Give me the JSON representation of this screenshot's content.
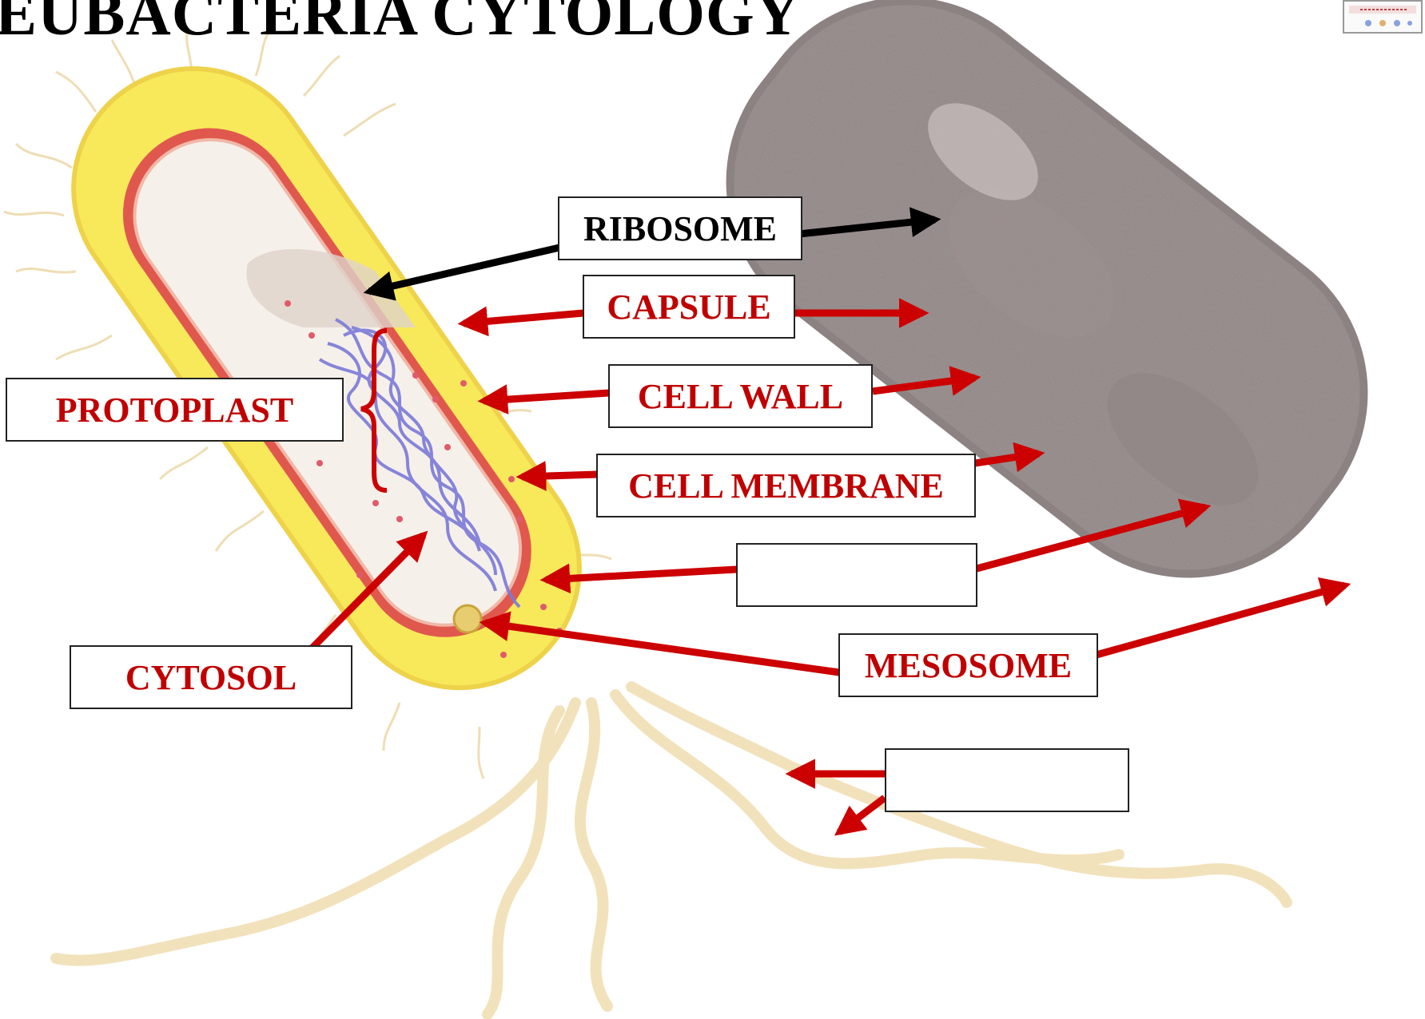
{
  "title": "EUBACTERIA CYTOLOGY",
  "labels": {
    "ribosome": "RIBOSOME",
    "capsule": "CAPSULE",
    "cell_wall": "CELL WALL",
    "cell_membrane": "CELL MEMBRANE",
    "protoplast": "PROTOPLAST",
    "cytosol": "CYTOSOL",
    "mesosome": "MESOSOME",
    "blank_1": "",
    "blank_2": ""
  },
  "colors": {
    "label_red": "#c00000",
    "arrow_red": "#cc0000",
    "arrow_black": "#000000",
    "capsule_yellow": "#f7e95a",
    "cell_wall_red": "#e0584d",
    "cytoplasm": "#f6f0ea",
    "nucleoid": "#7a7ad8",
    "micrograph_gray": "#8c8282"
  },
  "icons": [
    "slide-thumbnail-icon"
  ]
}
